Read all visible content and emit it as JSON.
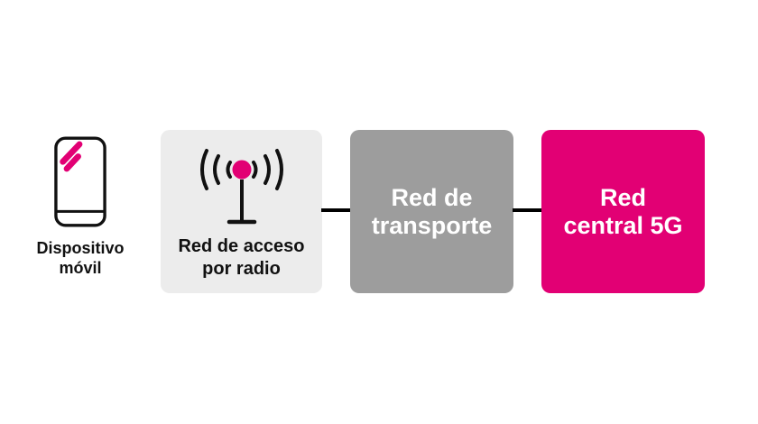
{
  "diagram": {
    "device": {
      "icon": "smartphone-icon",
      "label_lines": [
        "Dispositivo",
        "móvil"
      ]
    },
    "nodes": [
      {
        "id": "radio-access-network",
        "icon": "radio-antenna-icon",
        "label_lines": [
          "Red de acceso",
          "por radio"
        ],
        "bg_color": "#ececec",
        "text_color": "#111111"
      },
      {
        "id": "transport-network",
        "label_lines": [
          "Red de",
          "transporte"
        ],
        "bg_color": "#9d9d9d",
        "text_color": "#ffffff"
      },
      {
        "id": "core-network-5g",
        "label_lines": [
          "Red",
          "central 5G"
        ],
        "bg_color": "#e20074",
        "text_color": "#ffffff"
      }
    ],
    "connectors": {
      "count": 2,
      "color": "#000000"
    },
    "colors": {
      "background": "#ffffff",
      "accent_magenta": "#e20074",
      "box_light_gray": "#ececec",
      "box_gray": "#9d9d9d",
      "outline_black": "#111111"
    }
  }
}
